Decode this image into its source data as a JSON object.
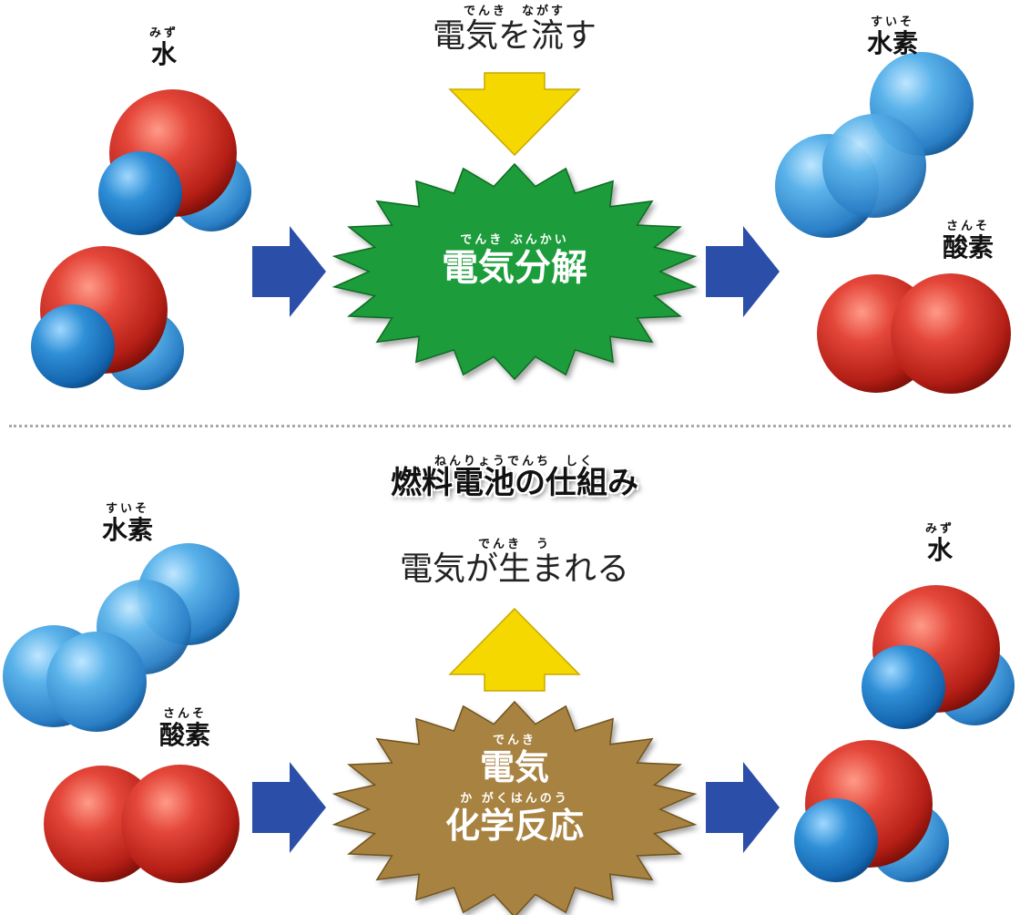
{
  "top": {
    "process_ruby": "でんき　ながす",
    "process_text": "電気を流す",
    "burst_ruby": "でんき ぶんかい",
    "burst_text": "電気分解",
    "input_label_ruby": "みず",
    "input_label": "水",
    "output_h2_ruby": "すいそ",
    "output_h2": "水素",
    "output_o2_ruby": "さんそ",
    "output_o2": "酸素"
  },
  "bottom": {
    "title_ruby": "ねんりょうでんち　しく",
    "title": "燃料電池の仕組み",
    "result_ruby": "でんき　う",
    "result_text": "電気が生まれる",
    "burst_ruby1": "でんき",
    "burst_text1": "電気",
    "burst_ruby2": "か がくはんのう",
    "burst_text2": "化学反応",
    "input_h2_ruby": "すいそ",
    "input_h2": "水素",
    "input_o2_ruby": "さんそ",
    "input_o2": "酸素",
    "output_label_ruby": "みず",
    "output_label": "水"
  },
  "colors": {
    "flow_arrow": "#2b4fa8",
    "process_arrow": "#f4d800",
    "burst_electrolysis": "#1e9c3a",
    "burst_fuelcell": "#a8823f",
    "hydrogen_atom": "#4aa3dd",
    "oxygen_atom": "#d9382a"
  }
}
